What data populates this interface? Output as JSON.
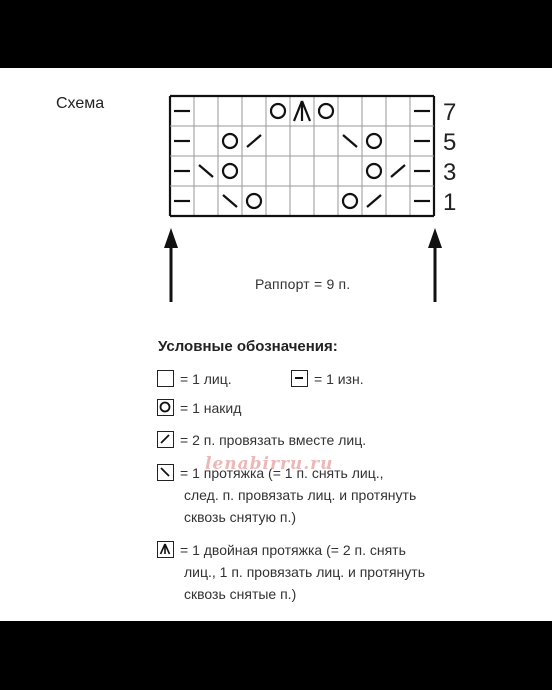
{
  "title": "Схема",
  "chart_data": {
    "type": "table",
    "columns": 11,
    "rows": [
      {
        "label": "7",
        "cells": [
          "purl",
          "empty",
          "empty",
          "empty",
          "yo",
          "dbl",
          "yo",
          "empty",
          "empty",
          "empty",
          "purl"
        ]
      },
      {
        "label": "5",
        "cells": [
          "purl",
          "empty",
          "yo",
          "k2tog",
          "empty",
          "empty",
          "empty",
          "ssk",
          "yo",
          "empty",
          "purl"
        ]
      },
      {
        "label": "3",
        "cells": [
          "purl",
          "ssk",
          "yo",
          "empty",
          "empty",
          "empty",
          "empty",
          "empty",
          "yo",
          "k2tog",
          "purl"
        ]
      },
      {
        "label": "1",
        "cells": [
          "purl",
          "empty",
          "ssk",
          "yo",
          "empty",
          "empty",
          "empty",
          "yo",
          "k2tog",
          "empty",
          "purl"
        ]
      }
    ],
    "repeat_caption": "Раппорт = 9 п."
  },
  "legend": {
    "title": "Условные обозначения:",
    "knit": "= 1 лиц.",
    "purl": "= 1 изн.",
    "yo": "= 1 накид",
    "k2tog": "= 2 п. провязать вместе лиц.",
    "ssk_line1": "= 1 протяжка (= 1 п. снять лиц.,",
    "ssk_line2": "след. п. провязать лиц. и протянуть",
    "ssk_line3": "сквозь снятую п.)",
    "dbl_line1": "= 1 двойная протяжка (= 2 п. снять",
    "dbl_line2": "лиц., 1 п. провязать лиц. и протянуть",
    "dbl_line3": "сквозь снятые п.)"
  },
  "watermark": "lenabirru.ru"
}
